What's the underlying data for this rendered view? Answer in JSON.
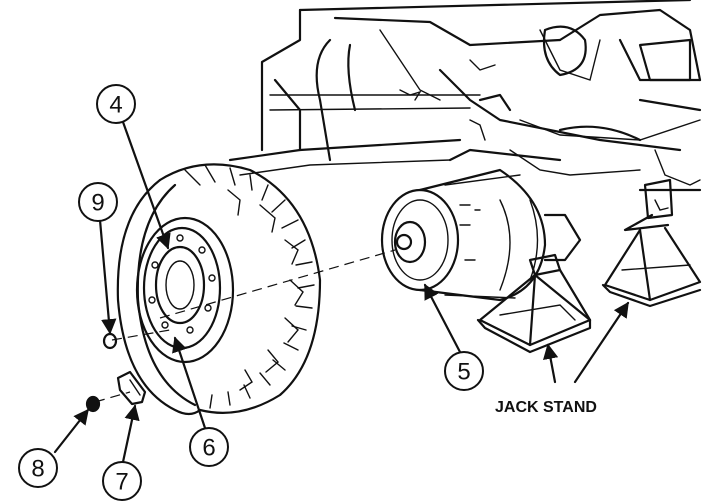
{
  "callouts": {
    "c4": "4",
    "c5": "5",
    "c6": "6",
    "c7": "7",
    "c8": "8",
    "c9": "9"
  },
  "labels": {
    "jack_stand": "JACK STAND"
  }
}
